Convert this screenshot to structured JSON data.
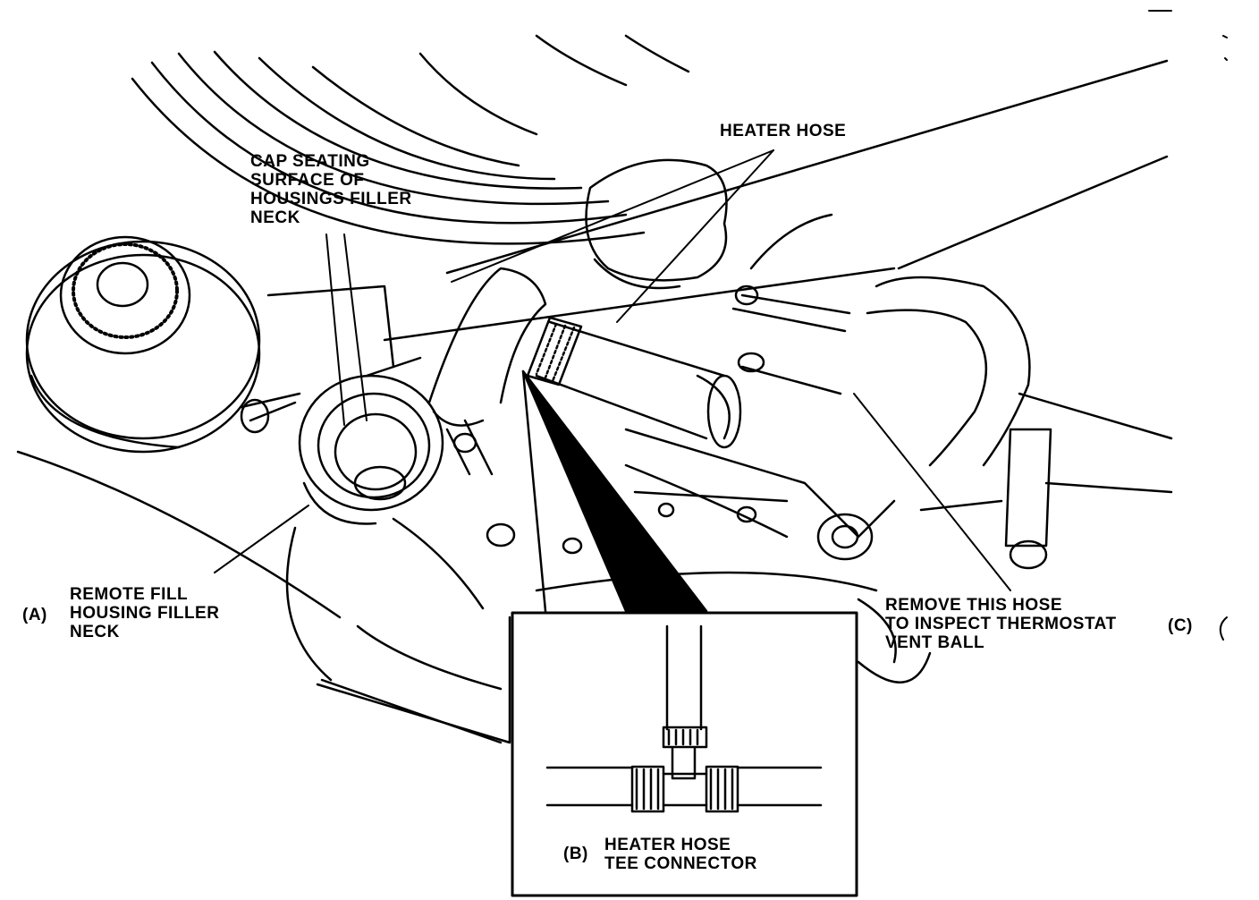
{
  "labels": {
    "cap_seating": [
      "CAP SEATING",
      "SURFACE OF",
      "HOUSINGS FILLER",
      "NECK"
    ],
    "heater_hose": "HEATER HOSE",
    "remote_fill_letter": "(A)",
    "remote_fill": [
      "REMOTE FILL",
      "HOUSING FILLER",
      "NECK"
    ],
    "remove_hose": [
      "REMOVE THIS HOSE",
      "TO INSPECT THERMOSTAT",
      "VENT BALL"
    ],
    "remove_hose_letter": "(C)",
    "tee_letter": "(B)",
    "tee_connector": [
      "HEATER HOSE",
      "TEE CONNECTOR"
    ]
  },
  "colors": {
    "ink": "#000000",
    "paper": "#ffffff"
  }
}
